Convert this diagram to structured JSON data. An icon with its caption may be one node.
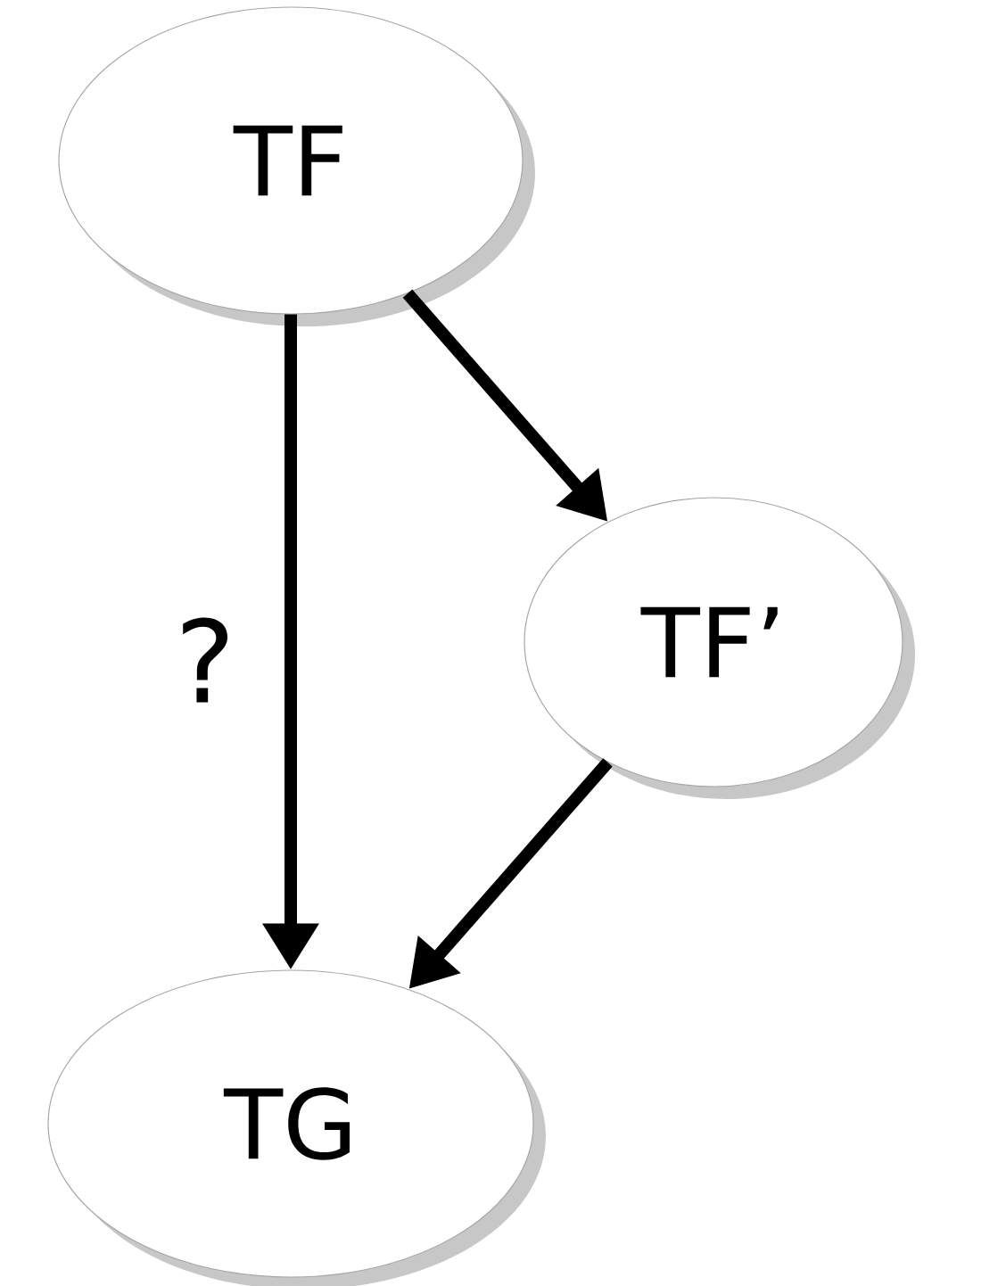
{
  "diagram": {
    "nodes": [
      {
        "text": [
          "TF"
        ]
      },
      {
        "text": [
          "TF’"
        ]
      },
      {
        "text": [
          "TG"
        ]
      }
    ],
    "edges": [
      {
        "from": 0,
        "to": 2,
        "arrow": "to",
        "label": "?"
      },
      {
        "from": 0,
        "to": 1,
        "arrow": "to"
      },
      {
        "from": 1,
        "to": 2,
        "arrow": "to"
      }
    ]
  }
}
